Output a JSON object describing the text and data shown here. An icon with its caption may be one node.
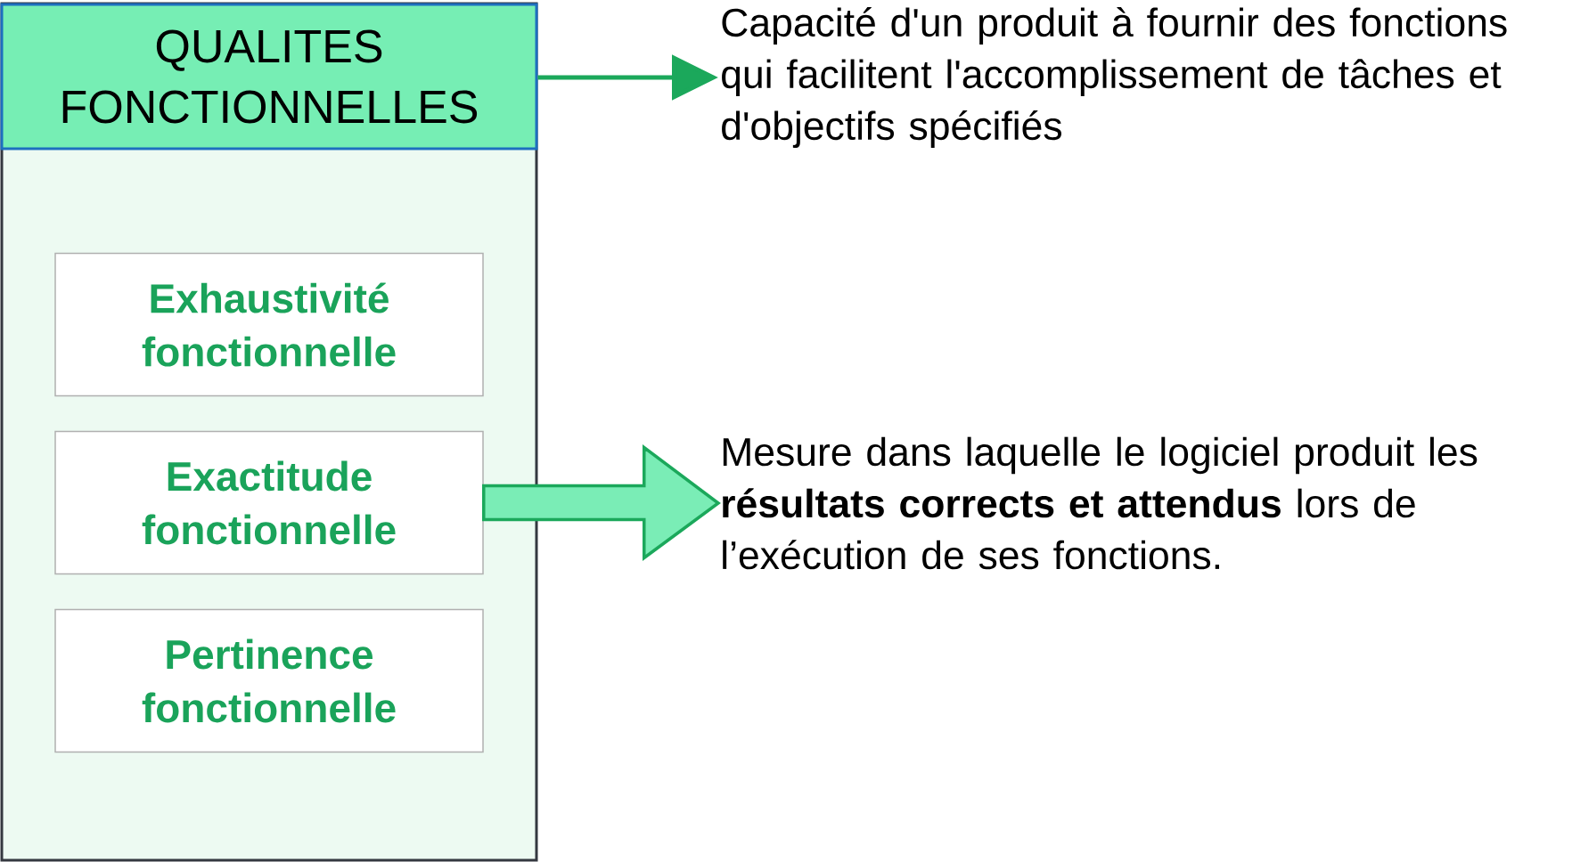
{
  "diagram": {
    "nodes": [
      {
        "text": [
          "QUALITES FONCTIONNELLES"
        ]
      },
      {
        "text": [
          "Exhaustivité fonctionnelle"
        ],
        "in": 0
      },
      {
        "text": [
          "Exactitude fonctionnelle"
        ],
        "in": 0
      },
      {
        "text": [
          "Pertinence fonctionnelle"
        ],
        "in": 0
      },
      {
        "text": [
          "Capacité d'un produit à fournir des fonctions qui facilitent l'accomplissement de tâches et d'objectifs spécifiés"
        ]
      },
      {
        "text": [
          "Mesure dans laquelle le logiciel produit les **résultats corrects et attendus** lors de l’exécution de ses fonctions."
        ]
      }
    ],
    "edges": [
      {
        "from": 0,
        "to": 4,
        "arrow": "to"
      },
      {
        "from": 2,
        "to": 5,
        "arrow": "to",
        "style": "thick"
      }
    ]
  }
}
